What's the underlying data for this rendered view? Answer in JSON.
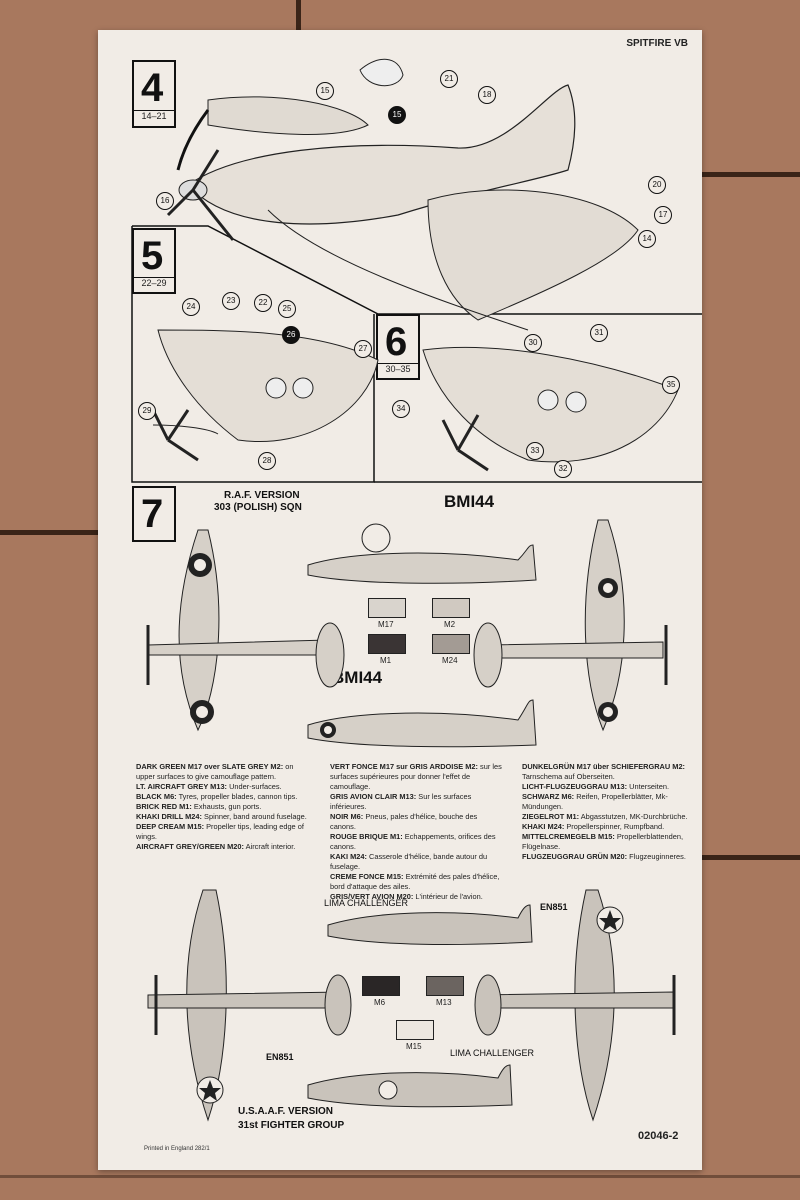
{
  "header": {
    "model": "SPITFIRE VB"
  },
  "steps": [
    {
      "number": "4",
      "range": "14–21"
    },
    {
      "number": "5",
      "range": "22–29"
    },
    {
      "number": "6",
      "range": "30–35"
    },
    {
      "number": "7",
      "range": ""
    }
  ],
  "callouts": {
    "step4": [
      "15",
      "21",
      "15",
      "18",
      "16",
      "20",
      "17",
      "14"
    ],
    "step5": [
      "24",
      "23",
      "22",
      "25",
      "26",
      "27",
      "29",
      "28"
    ],
    "step6": [
      "30",
      "31",
      "34",
      "35",
      "33",
      "32"
    ]
  },
  "raf": {
    "version": "R.A.F. VERSION",
    "squadron": "303 (POLISH) SQN",
    "serial": "BMI44",
    "serial2": "BMI44"
  },
  "legend_top": [
    {
      "code": "M17",
      "color": "#d9d4cd"
    },
    {
      "code": "M2",
      "color": "#d0c9c1"
    },
    {
      "code": "M1",
      "color": "#3a3434"
    },
    {
      "code": "M24",
      "color": "#a39b94"
    }
  ],
  "colour_notes": {
    "english": [
      {
        "b": "DARK GREEN M17 over SLATE GREY M2:",
        "t": " on upper surfaces to give camouflage pattern."
      },
      {
        "b": "LT. AIRCRAFT GREY M13:",
        "t": " Under-surfaces."
      },
      {
        "b": "BLACK M6:",
        "t": " Tyres, propeller blades, cannon tips."
      },
      {
        "b": "BRICK RED M1:",
        "t": " Exhausts, gun ports."
      },
      {
        "b": "KHAKI DRILL M24:",
        "t": " Spinner, band around fuselage."
      },
      {
        "b": "DEEP CREAM M15:",
        "t": " Propeller tips, leading edge of wings."
      },
      {
        "b": "AIRCRAFT GREY/GREEN M20:",
        "t": " Aircraft interior."
      }
    ],
    "french": [
      {
        "b": "VERT FONCE M17 sur GRIS ARDOISE M2:",
        "t": " sur les surfaces supérieures pour donner l'effet de camouflage."
      },
      {
        "b": "GRIS AVION CLAIR M13:",
        "t": " Sur les surfaces inférieures."
      },
      {
        "b": "NOIR M6:",
        "t": " Pneus, pales d'hélice, bouche des canons."
      },
      {
        "b": "ROUGE BRIQUE M1:",
        "t": " Echappements, orifices des canons."
      },
      {
        "b": "KAKI M24:",
        "t": " Casserole d'hélice, bande autour du fuselage."
      },
      {
        "b": "CREME FONCE M15:",
        "t": " Extrémité des pales d'hélice, bord d'attaque des ailes."
      },
      {
        "b": "GRIS/VERT AVION M20:",
        "t": " L'intérieur de l'avion."
      }
    ],
    "german": [
      {
        "b": "DUNKELGRÜN M17 über SCHIEFERGRAU M2:",
        "t": " Tarnschema auf Oberseiten."
      },
      {
        "b": "LICHT-FLUGZEUGGRAU M13:",
        "t": " Unterseiten."
      },
      {
        "b": "SCHWARZ M6:",
        "t": " Reifen, Propellerblätter, Mk-Mündungen."
      },
      {
        "b": "ZIEGELROT M1:",
        "t": " Abgasstutzen, MK-Durchbrüche."
      },
      {
        "b": "KHAKI M24:",
        "t": " Propellerspinner, Rumpfband."
      },
      {
        "b": "MITTELCREMEGELB M15:",
        "t": " Propellerblattenden, Flügelnase."
      },
      {
        "b": "FLUGZEUGGRAU GRÜN M20:",
        "t": " Flugzeuginneres."
      }
    ]
  },
  "usaaf": {
    "name_top": "LIMA CHALLENGER",
    "serial_top": "EN851",
    "serial_bottom": "EN851",
    "name_bottom": "LIMA CHALLENGER",
    "version": "U.S.A.A.F. VERSION",
    "group": "31st FIGHTER GROUP"
  },
  "legend_bottom": [
    {
      "code": "M6",
      "color": "#2a2626"
    },
    {
      "code": "M13",
      "color": "#6b6460"
    },
    {
      "code": "M15",
      "color": "#ece7e0"
    }
  ],
  "footer": {
    "printed": "Printed in England 282/1",
    "code": "02046-2"
  }
}
